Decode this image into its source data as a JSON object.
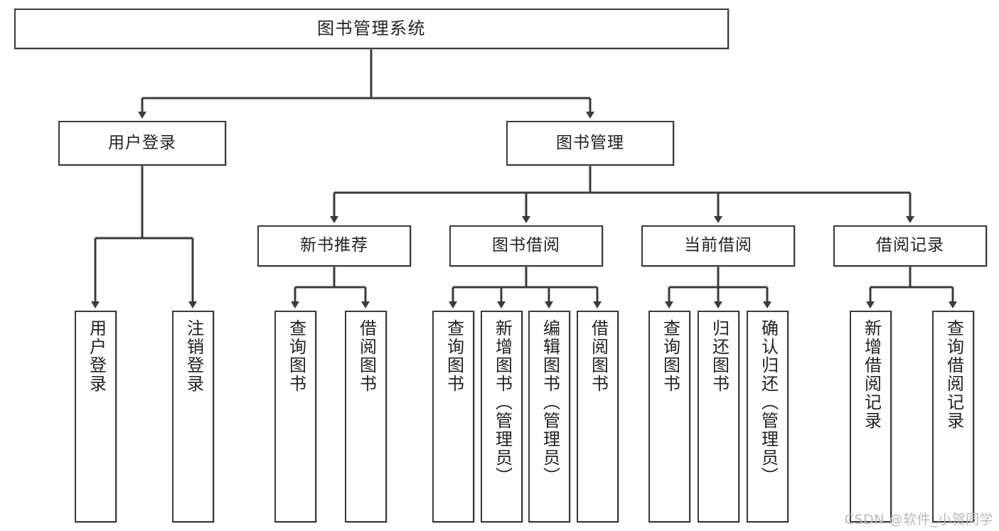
{
  "diagram": {
    "type": "tree",
    "title": "图书管理系统",
    "stroke_color": "#3b3b3b",
    "text_color": "#222222",
    "background": "#ffffff"
  },
  "root": {
    "label": "图书管理系统"
  },
  "level2": [
    {
      "label": "用户登录"
    },
    {
      "label": "图书管理"
    }
  ],
  "level3": [
    {
      "label": "新书推荐"
    },
    {
      "label": "图书借阅"
    },
    {
      "label": "当前借阅"
    },
    {
      "label": "借阅记录"
    }
  ],
  "leaves": {
    "user_login": [
      {
        "label": "用户登录"
      },
      {
        "label": "注销登录"
      }
    ],
    "new_book_recommend": [
      {
        "label": "查询图书"
      },
      {
        "label": "借阅图书"
      }
    ],
    "book_borrow": [
      {
        "label": "查询图书"
      },
      {
        "label": "新增图书（管理员）"
      },
      {
        "label": "编辑图书（管理员）"
      },
      {
        "label": "借阅图书"
      }
    ],
    "current_borrow": [
      {
        "label": "查询图书"
      },
      {
        "label": "归还图书"
      },
      {
        "label": "确认归还（管理员）"
      }
    ],
    "borrow_record": [
      {
        "label": "新增借阅记录"
      },
      {
        "label": "查询借阅记录"
      }
    ]
  },
  "watermark": {
    "text": "CSDN @软件_小贺同学"
  }
}
